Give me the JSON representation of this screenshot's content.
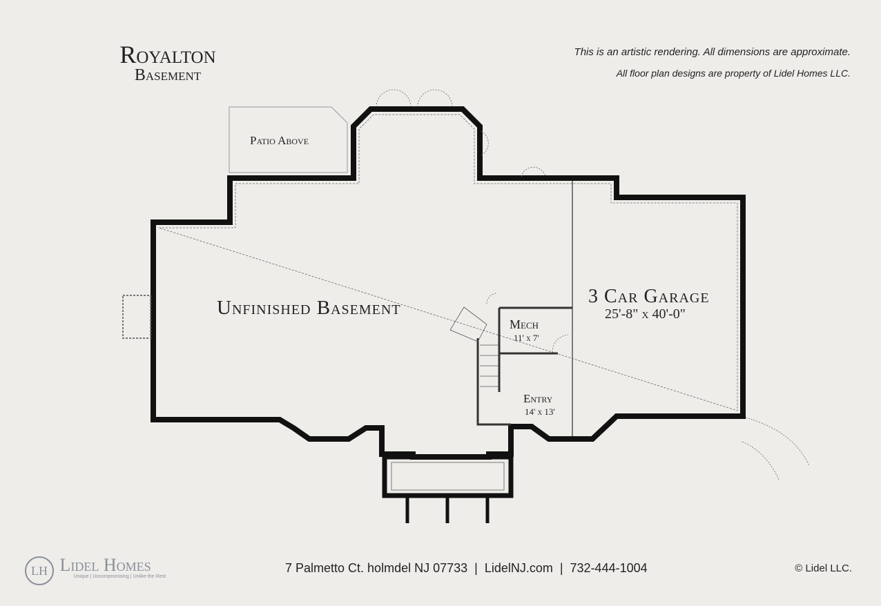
{
  "header": {
    "title": "Royalton",
    "subtitle": "Basement",
    "disclaimer_1": "This is an artistic rendering. All dimensions are approximate.",
    "disclaimer_2": "All floor plan designs are property of Lidel Homes LLC."
  },
  "rooms": {
    "patio": "Patio Above",
    "basement": "Unfinished Basement",
    "mech": "Mech",
    "mech_size": "11' x 7'",
    "entry": "Entry",
    "entry_size": "14' x 13'",
    "garage": "3 Car Garage",
    "garage_size": "25'-8\" x 40'-0\""
  },
  "footer": {
    "address": "7 Palmetto Ct. holmdel NJ 07733  |  LidelNJ.com  |  732-444-1004",
    "copyright": "© Lidel LLC.",
    "logo_name": "Lidel Homes",
    "logo_tagline": "Unique | Uncompromising | Unlike the Rest",
    "logo_mark": "LH"
  }
}
